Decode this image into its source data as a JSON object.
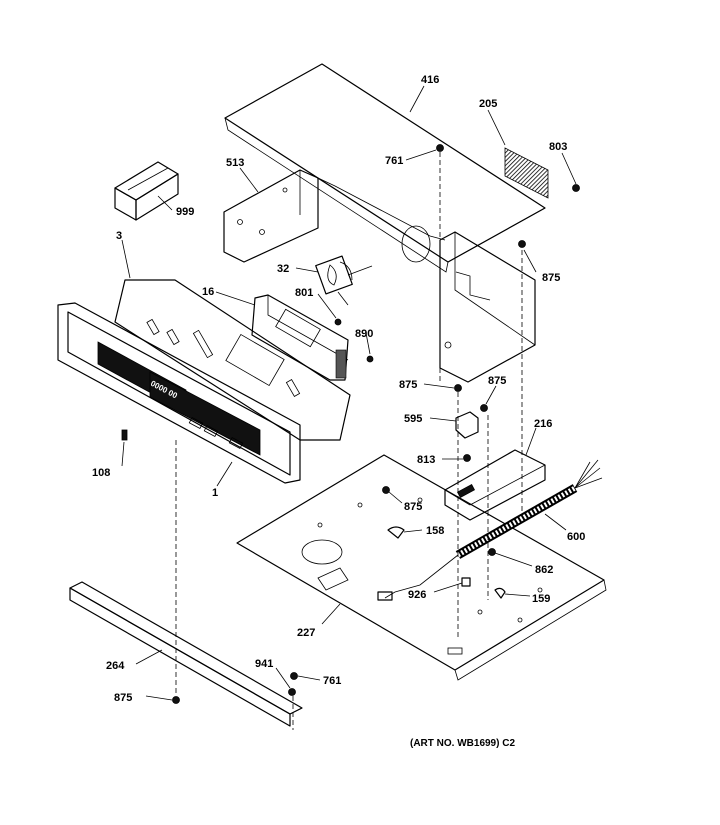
{
  "callouts": [
    {
      "id": "p416",
      "label": "416"
    },
    {
      "id": "p205",
      "label": "205"
    },
    {
      "id": "p803",
      "label": "803"
    },
    {
      "id": "p761a",
      "label": "761"
    },
    {
      "id": "p513",
      "label": "513"
    },
    {
      "id": "p999",
      "label": "999"
    },
    {
      "id": "p3",
      "label": "3"
    },
    {
      "id": "p875a",
      "label": "875"
    },
    {
      "id": "p32",
      "label": "32"
    },
    {
      "id": "p16",
      "label": "16"
    },
    {
      "id": "p801",
      "label": "801"
    },
    {
      "id": "p890",
      "label": "890"
    },
    {
      "id": "p875b",
      "label": "875"
    },
    {
      "id": "p875c",
      "label": "875"
    },
    {
      "id": "p595",
      "label": "595"
    },
    {
      "id": "p216",
      "label": "216"
    },
    {
      "id": "p108",
      "label": "108"
    },
    {
      "id": "p813",
      "label": "813"
    },
    {
      "id": "p1",
      "label": "1"
    },
    {
      "id": "p875d",
      "label": "875"
    },
    {
      "id": "p158",
      "label": "158"
    },
    {
      "id": "p600",
      "label": "600"
    },
    {
      "id": "p862",
      "label": "862"
    },
    {
      "id": "p926",
      "label": "926"
    },
    {
      "id": "p159",
      "label": "159"
    },
    {
      "id": "p227",
      "label": "227"
    },
    {
      "id": "p264",
      "label": "264"
    },
    {
      "id": "p941",
      "label": "941"
    },
    {
      "id": "p761b",
      "label": "761"
    },
    {
      "id": "p875e",
      "label": "875"
    }
  ],
  "art_number": "(ART NO. WB1699) C2"
}
